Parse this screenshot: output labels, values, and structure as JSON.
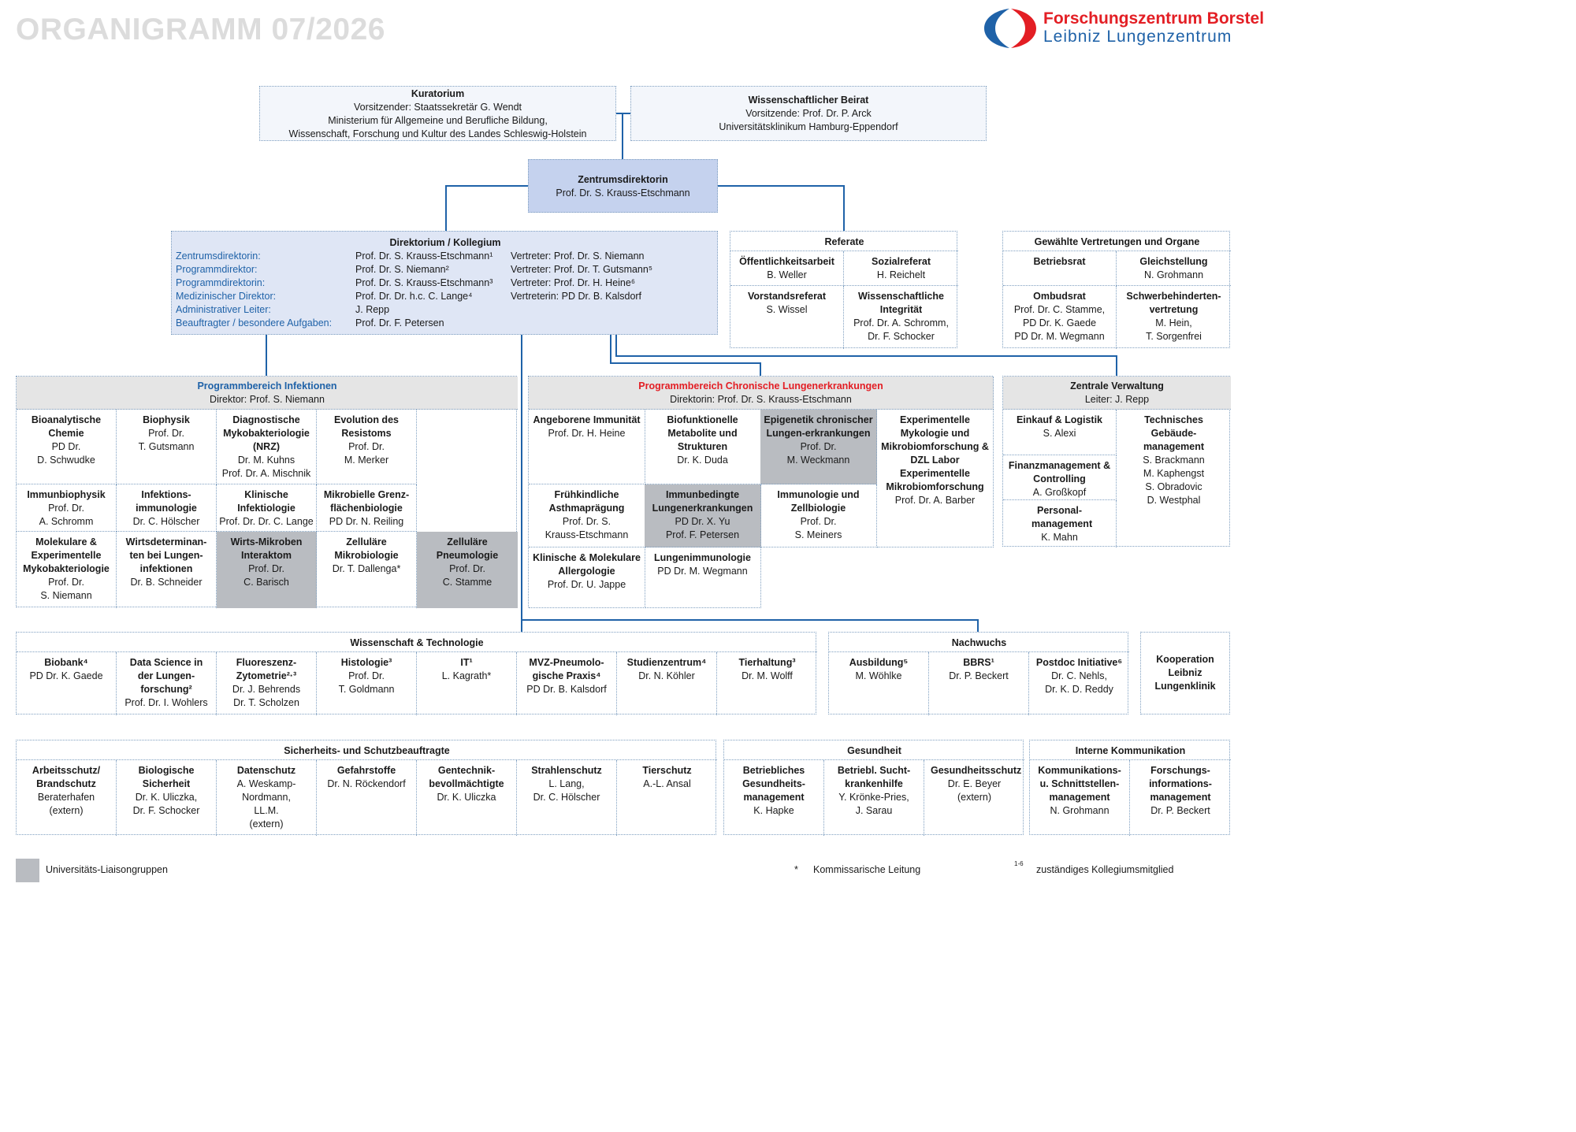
{
  "title": "ORGANIGRAMM 07/2026",
  "logo": {
    "line1": "Forschungszentrum Borstel",
    "line2": "Leibniz Lungenzentrum"
  },
  "colors": {
    "accent_blue": "#1f62a8",
    "brand_red": "#e31e24",
    "liaison_gray": "#b9bcc1",
    "header_gray": "#e5e5e5",
    "director_blue": "#c5d2ee",
    "directorate_blue": "#dfe6f5"
  },
  "kuratorium": {
    "title": "Kuratorium",
    "lines": [
      "Vorsitzender: Staatssekretär G. Wendt",
      "Ministerium für Allgemeine und Berufliche Bildung,",
      "Wissenschaft, Forschung und Kultur des Landes Schleswig-Holstein"
    ]
  },
  "beirat": {
    "title": "Wissenschaftlicher Beirat",
    "lines": [
      "Vorsitzende: Prof. Dr. P. Arck",
      "Universitätsklinikum Hamburg-Eppendorf"
    ]
  },
  "zentrumsdirektorin": {
    "title": "Zentrumsdirektorin",
    "name": "Prof. Dr. S. Krauss-Etschmann"
  },
  "direktorium": {
    "title": "Direktorium / Kollegium",
    "rows": [
      {
        "role": "Zentrumsdirektorin:",
        "name": "Prof. Dr. S. Krauss-Etschmann¹",
        "deputy": "Vertreter: Prof. Dr. S. Niemann"
      },
      {
        "role": "Programmdirektor:",
        "name": "Prof. Dr. S. Niemann²",
        "deputy": "Vertreter: Prof. Dr. T. Gutsmann⁵"
      },
      {
        "role": "Programmdirektorin:",
        "name": "Prof. Dr. S. Krauss-Etschmann³",
        "deputy": "Vertreter: Prof. Dr. H. Heine⁶"
      },
      {
        "role": "Medizinischer Direktor:",
        "name": "Prof. Dr. Dr. h.c. C. Lange⁴",
        "deputy": "Vertreterin: PD Dr. B. Kalsdorf"
      },
      {
        "role": "Administrativer Leiter:",
        "name": "J. Repp",
        "deputy": ""
      },
      {
        "role": "Beauftragter / besondere Aufgaben:",
        "name": "Prof. Dr. F. Petersen",
        "deputy": ""
      }
    ]
  },
  "referate": {
    "title": "Referate",
    "cells": [
      {
        "title": "Öffentlichkeitsarbeit",
        "lines": [
          "B. Weller"
        ]
      },
      {
        "title": "Sozialreferat",
        "lines": [
          "H. Reichelt"
        ]
      },
      {
        "title": "Vorstandsreferat",
        "lines": [
          "S. Wissel"
        ]
      },
      {
        "title": "Wissenschaftliche Integrität",
        "lines": [
          "Prof. Dr. A. Schromm,",
          "Dr. F. Schocker"
        ]
      }
    ]
  },
  "vertretungen": {
    "title": "Gewählte Vertretungen und Organe",
    "cells": [
      {
        "title": "Betriebsrat",
        "lines": []
      },
      {
        "title": "Gleichstellung",
        "lines": [
          "N. Grohmann"
        ]
      },
      {
        "title": "Ombudsrat",
        "lines": [
          "Prof. Dr. C. Stamme,",
          "PD Dr. K. Gaede",
          "PD Dr. M. Wegmann"
        ]
      },
      {
        "title": "Schwerbehinderten-vertretung",
        "lines": [
          "M. Hein,",
          "T. Sorgenfrei"
        ]
      }
    ]
  },
  "infektionen": {
    "title": "Programmbereich Infektionen",
    "subtitle": "Direktor: Prof. S. Niemann",
    "cells": [
      {
        "title": "Bioanalytische Chemie",
        "lines": [
          "PD Dr.",
          "D. Schwudke"
        ],
        "liaison": false
      },
      {
        "title": "Biophysik",
        "lines": [
          "Prof. Dr.",
          "T. Gutsmann"
        ],
        "liaison": false
      },
      {
        "title": "Diagnostische Mykobakteriologie (NRZ)",
        "lines": [
          "Dr. M. Kuhns",
          "Prof. Dr. A. Mischnik"
        ],
        "liaison": false
      },
      {
        "title": "Evolution des Resistoms",
        "lines": [
          "Prof. Dr.",
          "M. Merker"
        ],
        "liaison": false
      },
      {
        "title": "Immunbiophysik",
        "lines": [
          "Prof. Dr.",
          "A. Schromm"
        ],
        "liaison": false
      },
      {
        "title": "Infektions-immunologie",
        "lines": [
          "Dr. C. Hölscher"
        ],
        "liaison": false
      },
      {
        "title": "Klinische Infektiologie",
        "lines": [
          "Prof. Dr. Dr. C. Lange"
        ],
        "liaison": false
      },
      {
        "title": "Mikrobielle Grenz-flächenbiologie",
        "lines": [
          "PD Dr. N. Reiling"
        ],
        "liaison": false
      },
      {
        "title": "Molekulare & Experimentelle Mykobakteriologie",
        "lines": [
          "Prof. Dr.",
          "S. Niemann"
        ],
        "liaison": false
      },
      {
        "title": "Wirtsdeterminan-ten bei Lungen-infektionen",
        "lines": [
          "Dr. B. Schneider"
        ],
        "liaison": false
      },
      {
        "title": "Wirts-Mikroben Interaktom",
        "lines": [
          "Prof. Dr.",
          "C. Barisch"
        ],
        "liaison": true
      },
      {
        "title": "Zelluläre Mikrobiologie",
        "lines": [
          "Dr. T. Dallenga*"
        ],
        "liaison": false
      },
      {
        "title": "Zelluläre Pneumologie",
        "lines": [
          "Prof. Dr.",
          "C. Stamme"
        ],
        "liaison": true
      }
    ]
  },
  "chronisch": {
    "title": "Programmbereich Chronische Lungenerkrankungen",
    "subtitle": "Direktorin: Prof. Dr. S. Krauss-Etschmann",
    "cells": [
      {
        "title": "Angeborene Immunität",
        "lines": [
          "Prof. Dr. H. Heine"
        ],
        "liaison": false
      },
      {
        "title": "Biofunktionelle Metabolite und Strukturen",
        "lines": [
          "Dr. K. Duda"
        ],
        "liaison": false
      },
      {
        "title": "Epigenetik chronischer Lungen-erkrankungen",
        "lines": [
          "Prof. Dr.",
          "M. Weckmann"
        ],
        "liaison": true
      },
      {
        "title": "Experimentelle Mykologie und Mikrobiomforschung & DZL Labor Experimentelle Mikrobiomforschung",
        "lines": [
          "Prof. Dr. A. Barber"
        ],
        "liaison": false
      },
      {
        "title": "Frühkindliche Asthmaprägung",
        "lines": [
          "Prof. Dr. S.",
          "Krauss-Etschmann"
        ],
        "liaison": false
      },
      {
        "title": "Immunbedingte Lungenerkrankungen",
        "lines": [
          "PD Dr. X. Yu",
          "Prof. F. Petersen"
        ],
        "liaison": true
      },
      {
        "title": "Immunologie und Zellbiologie",
        "lines": [
          "Prof. Dr.",
          "S. Meiners"
        ],
        "liaison": false
      },
      {
        "title": "Klinische & Molekulare Allergologie",
        "lines": [
          "Prof. Dr. U. Jappe"
        ],
        "liaison": false
      },
      {
        "title": "Lungenimmunologie",
        "lines": [
          "PD Dr. M. Wegmann"
        ],
        "liaison": false
      }
    ]
  },
  "verwaltung": {
    "title": "Zentrale Verwaltung",
    "subtitle": "Leiter: J. Repp",
    "cells": [
      {
        "title": "Einkauf & Logistik",
        "lines": [
          "S. Alexi"
        ]
      },
      {
        "title": "Technisches Gebäude-management",
        "lines": [
          "S. Brackmann",
          "M. Kaphengst",
          "S. Obradovic",
          "D. Westphal"
        ]
      },
      {
        "title": "Finanzmanagement & Controlling",
        "lines": [
          "A. Großkopf"
        ]
      },
      {
        "title": "Personal-management",
        "lines": [
          "K. Mahn"
        ]
      }
    ]
  },
  "wissenschaft": {
    "title": "Wissenschaft & Technologie",
    "cells": [
      {
        "title": "Biobank⁴",
        "lines": [
          "PD Dr. K. Gaede"
        ]
      },
      {
        "title": "Data Science in der Lungen-forschung²",
        "lines": [
          "Prof. Dr. I. Wohlers"
        ]
      },
      {
        "title": "Fluoreszenz-Zytometrie²·³",
        "lines": [
          "Dr. J. Behrends",
          "Dr. T. Scholzen"
        ]
      },
      {
        "title": "Histologie³",
        "lines": [
          "Prof. Dr.",
          "T. Goldmann"
        ]
      },
      {
        "title": "IT¹",
        "lines": [
          "L. Kagrath*"
        ]
      },
      {
        "title": "MVZ-Pneumolo-gische Praxis⁴",
        "lines": [
          "PD Dr. B. Kalsdorf"
        ]
      },
      {
        "title": "Studienzentrum⁴",
        "lines": [
          "Dr. N. Köhler"
        ]
      },
      {
        "title": "Tierhaltung³",
        "lines": [
          "Dr. M. Wolff"
        ]
      }
    ]
  },
  "nachwuchs": {
    "title": "Nachwuchs",
    "cells": [
      {
        "title": "Ausbildung⁵",
        "lines": [
          "M. Wöhlke"
        ]
      },
      {
        "title": "BBRS¹",
        "lines": [
          "Dr. P. Beckert"
        ]
      },
      {
        "title": "Postdoc Initiative⁶",
        "lines": [
          "Dr. C. Nehls,",
          "Dr. K. D. Reddy"
        ]
      }
    ]
  },
  "kooperation": {
    "title": "Kooperation Leibniz Lungenklinik"
  },
  "sicherheit": {
    "title": "Sicherheits- und Schutzbeauftragte",
    "cells": [
      {
        "title": "Arbeitsschutz/ Brandschutz",
        "lines": [
          "Beraterhafen",
          "(extern)"
        ]
      },
      {
        "title": "Biologische Sicherheit",
        "lines": [
          "Dr. K. Uliczka,",
          "Dr. F. Schocker"
        ]
      },
      {
        "title": "Datenschutz",
        "lines": [
          "A. Weskamp-",
          "Nordmann,",
          "LL.M.",
          "(extern)"
        ]
      },
      {
        "title": "Gefahrstoffe",
        "lines": [
          "Dr. N. Röckendorf"
        ]
      },
      {
        "title": "Gentechnik-bevollmächtigte",
        "lines": [
          "Dr. K. Uliczka"
        ]
      },
      {
        "title": "Strahlenschutz",
        "lines": [
          "L. Lang,",
          "Dr. C. Hölscher"
        ]
      },
      {
        "title": "Tierschutz",
        "lines": [
          "A.-L. Ansal"
        ]
      }
    ]
  },
  "gesundheit": {
    "title": "Gesundheit",
    "cells": [
      {
        "title": "Betriebliches Gesundheits-management",
        "lines": [
          "K. Hapke"
        ]
      },
      {
        "title": "Betriebl. Sucht-krankenhilfe",
        "lines": [
          "Y. Krönke-Pries,",
          "J. Sarau"
        ]
      },
      {
        "title": "Gesundheitsschutz",
        "lines": [
          "Dr. E. Beyer",
          "(extern)"
        ]
      }
    ]
  },
  "kommunikation": {
    "title": "Interne Kommunikation",
    "cells": [
      {
        "title": "Kommunikations-u. Schnittstellen-management",
        "lines": [
          "N. Grohmann"
        ]
      },
      {
        "title": "Forschungs-informations-management",
        "lines": [
          "Dr. P. Beckert"
        ]
      }
    ]
  },
  "legend": {
    "liaison": "Universitäts-Liaisongruppen",
    "star_symbol": "*",
    "star": "Kommissarische Leitung",
    "sup_symbol": "1-6",
    "sup": "zuständiges Kollegiumsmitglied"
  }
}
